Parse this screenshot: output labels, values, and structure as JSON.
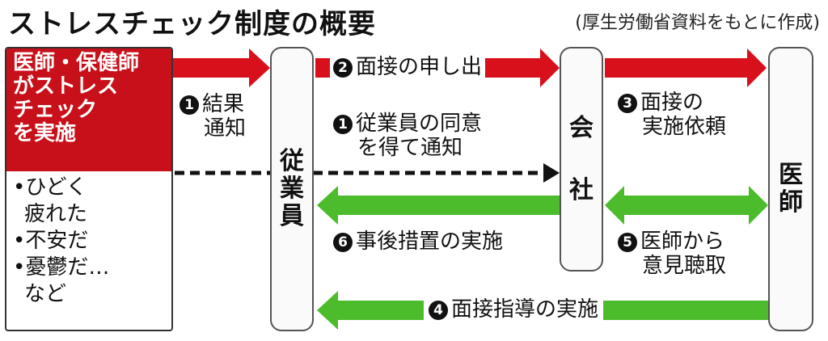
{
  "title": "ストレスチェック制度の概要",
  "source": "(厚生労働省資料をもとに作成)",
  "left_box": {
    "header_lines": [
      "医師・保健師",
      "がストレス",
      "チェック",
      "を実施"
    ],
    "symptom_lines": [
      "•ひどく",
      "疲れた",
      "•不安だ",
      "•憂鬱だ…",
      "など"
    ]
  },
  "nodes": {
    "employee": [
      "従",
      "業",
      "員"
    ],
    "company": [
      "会",
      "社"
    ],
    "doctor": [
      "医",
      "師"
    ]
  },
  "steps": {
    "s1a_num": "1",
    "s1a_lines": [
      "結果",
      "通知"
    ],
    "s1b_num": "1",
    "s1b_lines": [
      "従業員の同意",
      "を得て通知"
    ],
    "s2_num": "2",
    "s2_text": "面接の申し出",
    "s3_num": "3",
    "s3_lines": [
      "面接の",
      "実施依頼"
    ],
    "s4_num": "4",
    "s4_text": "面接指導の実施",
    "s5_num": "5",
    "s5_lines": [
      "医師から",
      "意見聴取"
    ],
    "s6_num": "6",
    "s6_text": "事後措置の実施"
  },
  "colors": {
    "red": "#d8101c",
    "green": "#4cbc2c",
    "dark_red": "#c8101a"
  }
}
